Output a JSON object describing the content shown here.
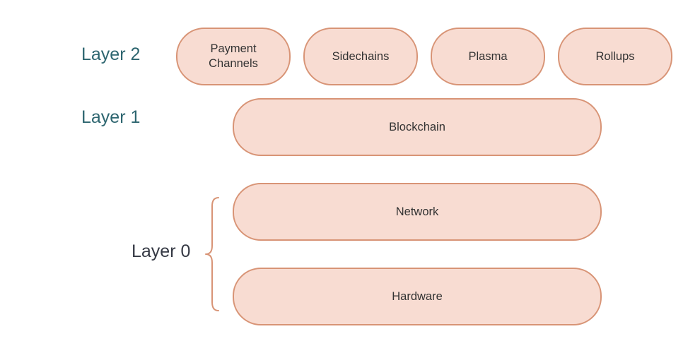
{
  "colors": {
    "pill_fill": "#f8dcd2",
    "pill_border": "#d89476",
    "layer_label_teal": "#2e6670",
    "layer_label_dark": "#363a45",
    "pill_text": "#333333",
    "brace": "#d89476"
  },
  "labels": {
    "layer2": "Layer 2",
    "layer1": "Layer 1",
    "layer0": "Layer 0"
  },
  "layer2": {
    "payment_channels_line1": "Payment",
    "payment_channels_line2": "Channels",
    "sidechains": "Sidechains",
    "plasma": "Plasma",
    "rollups": "Rollups"
  },
  "layer1": {
    "blockchain": "Blockchain"
  },
  "layer0": {
    "network": "Network",
    "hardware": "Hardware"
  }
}
